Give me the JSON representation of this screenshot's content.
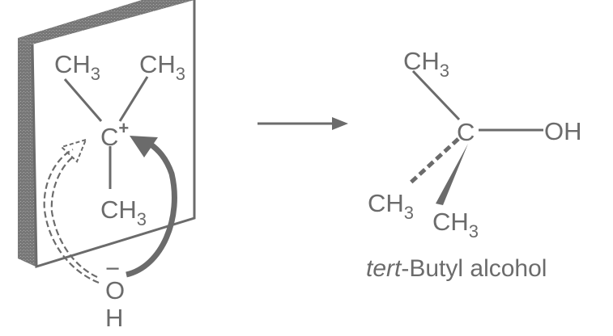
{
  "colors": {
    "ink": "#6b6b6b",
    "panel_shade": "#7a7a7a"
  },
  "reactant": {
    "groups": [
      {
        "main": "CH",
        "sub": "3"
      },
      {
        "main": "CH",
        "sub": "3"
      },
      {
        "main": "CH",
        "sub": "3"
      }
    ],
    "carbocation": {
      "atom": "C",
      "charge": "+"
    },
    "nucleophile": {
      "oxygen": "O",
      "charge": "−",
      "hydrogen": "H"
    }
  },
  "product": {
    "center": "C",
    "hydroxyl": "OH",
    "groups": [
      {
        "main": "CH",
        "sub": "3"
      },
      {
        "main": "CH",
        "sub": "3"
      },
      {
        "main": "CH",
        "sub": "3"
      }
    ],
    "name_prefix": "tert",
    "name_rest": "-Butyl alcohol"
  }
}
